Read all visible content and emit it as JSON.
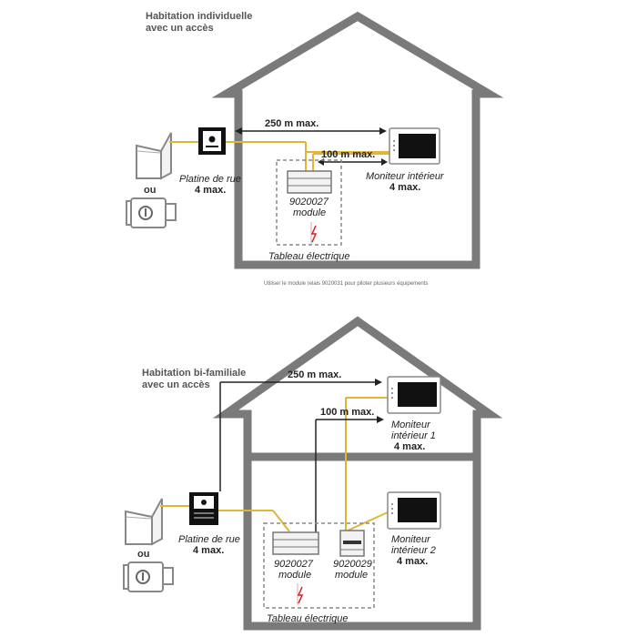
{
  "diagram1": {
    "heading_line1": "Habitation individuelle",
    "heading_line2": "avec un accès",
    "distance_long": "250 m max.",
    "distance_short": "100 m max.",
    "door_station_label": "Platine de rue",
    "door_station_max": "4 max.",
    "or_label": "ou",
    "module_ref": "9020027",
    "module_word": "module",
    "panel_label": "Tableau électrique",
    "monitor_label": "Moniteur intérieur",
    "monitor_max": "4 max.",
    "note": "Utiliser le module relais 9020031 pour piloter plusieurs équipements"
  },
  "diagram2": {
    "heading_line1": "Habitation bi-familiale",
    "heading_line2": "avec un accès",
    "distance_long": "250 m max.",
    "distance_short": "100 m max.",
    "monitor1_line1": "Moniteur",
    "monitor1_line2": "intérieur 1",
    "monitor1_max": "4 max.",
    "monitor2_line1": "Moniteur",
    "monitor2_line2": "intérieur 2",
    "monitor2_max": "4 max.",
    "door_station_label": "Platine de rue",
    "door_station_max": "4 max.",
    "or_label": "ou",
    "module1_ref": "9020027",
    "module1_word": "module",
    "module2_ref": "9020029",
    "module2_word": "module",
    "panel_label": "Tableau électrique"
  },
  "colors": {
    "house_outline": "#7a7a7a",
    "wire": "#e0b53a",
    "dimension_line": "#222222",
    "lightning": "#d32020"
  }
}
